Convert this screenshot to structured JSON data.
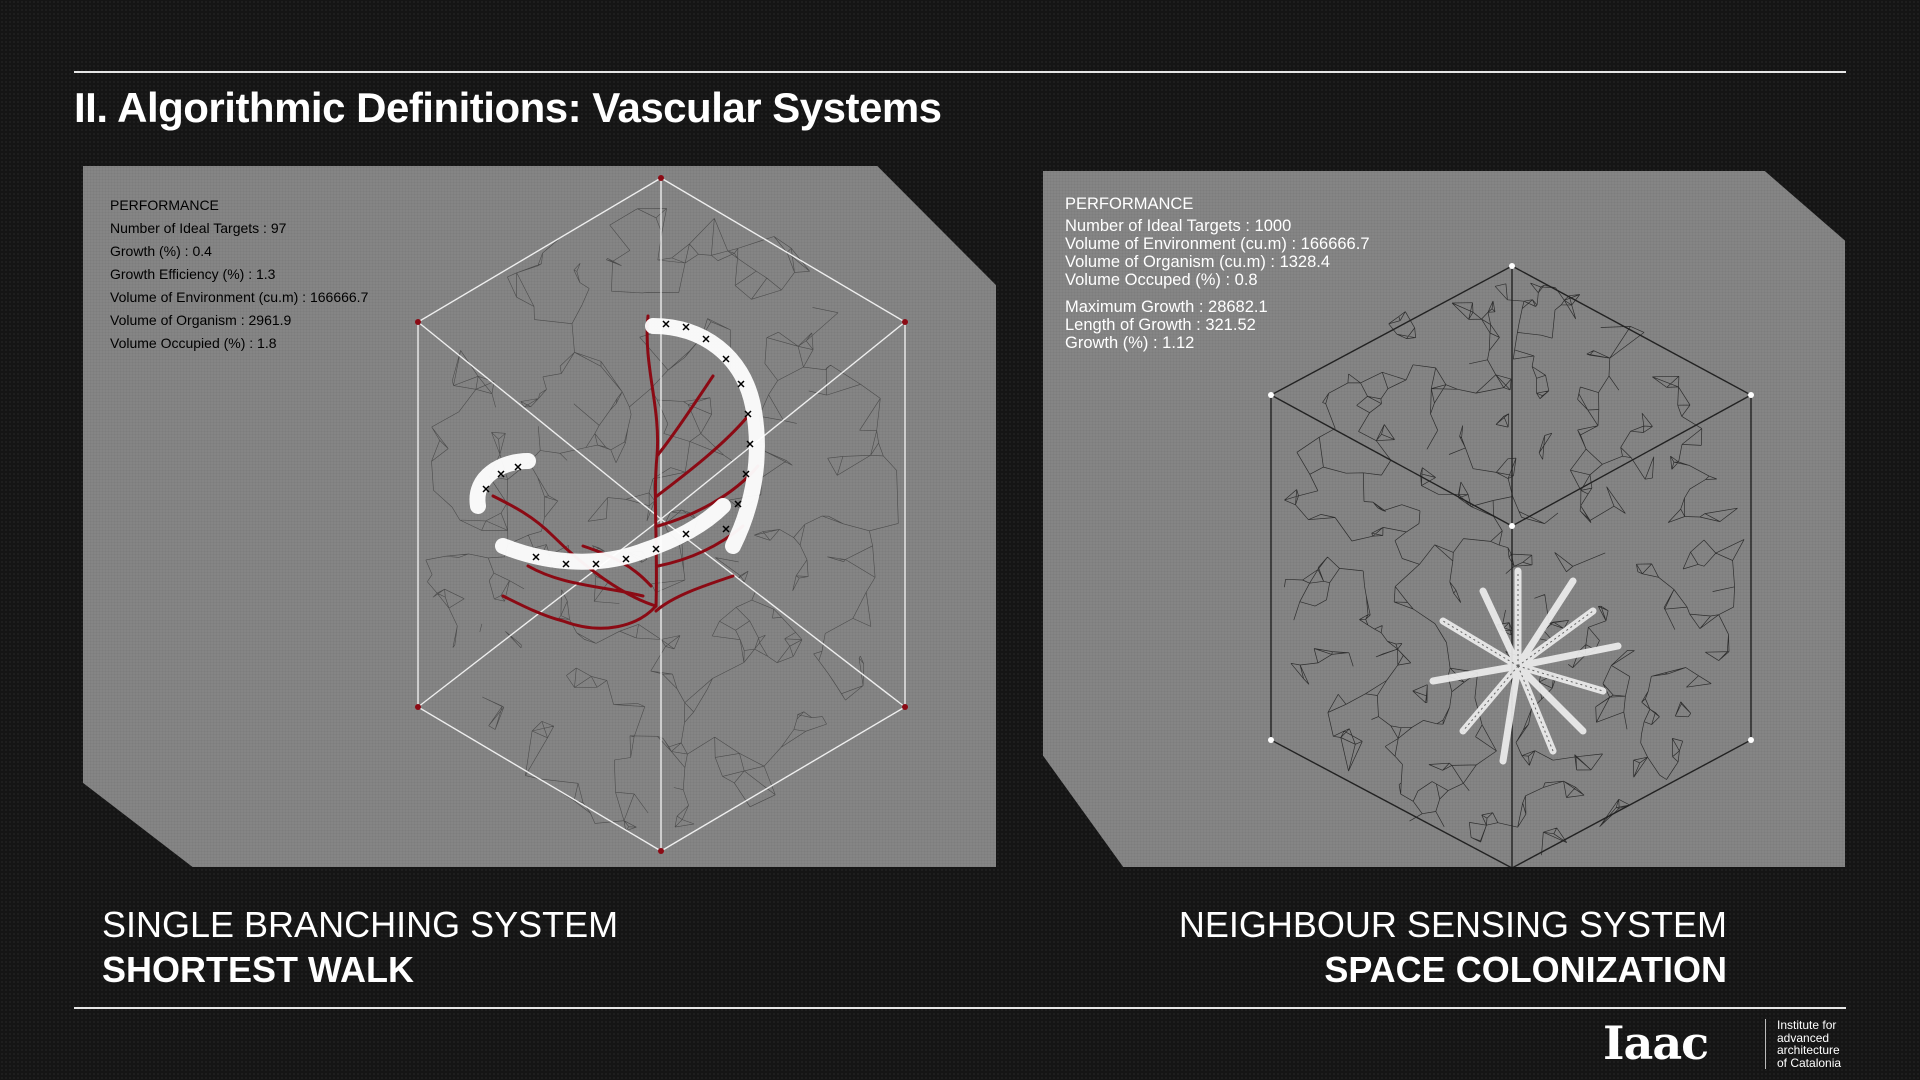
{
  "header": {
    "title": "II. Algorithmic Definitions: Vascular Systems"
  },
  "left_panel": {
    "heading": "PERFORMANCE",
    "rows": [
      "Number of Ideal Targets :  97",
      "Growth (%) :  0.4",
      "Growth Efficiency (%) :  1.3",
      "Volume of Environment (cu.m) :  166666.7",
      "Volume of Organism :  2961.9",
      "Volume Occupied (%) :  1.8"
    ],
    "caption_line1": "SINGLE BRANCHING SYSTEM",
    "caption_line2": "SHORTEST WALK"
  },
  "right_panel": {
    "heading": "PERFORMANCE",
    "rows_group1": [
      "Number of Ideal Targets :  1000",
      "Volume of Environment (cu.m) :  166666.7",
      "Volume of Organism (cu.m) :  1328.4",
      "Volume Occuped (%) :  0.8"
    ],
    "rows_group2": [
      "Maximum Growth : 28682.1",
      "Length of Growth :  321.52",
      "Growth (%) :  1.12"
    ],
    "caption_line1": "NEIGHBOUR SENSING SYSTEM",
    "caption_line2": "SPACE COLONIZATION"
  },
  "logo": {
    "mark": "Iaac",
    "text_lines": [
      "Institute for",
      "advanced",
      "architecture",
      "of Catalonia"
    ]
  },
  "colors": {
    "background": "#151515",
    "panel": "#858585",
    "vessels": "#8b0a14",
    "rule": "#e6e6e6"
  }
}
